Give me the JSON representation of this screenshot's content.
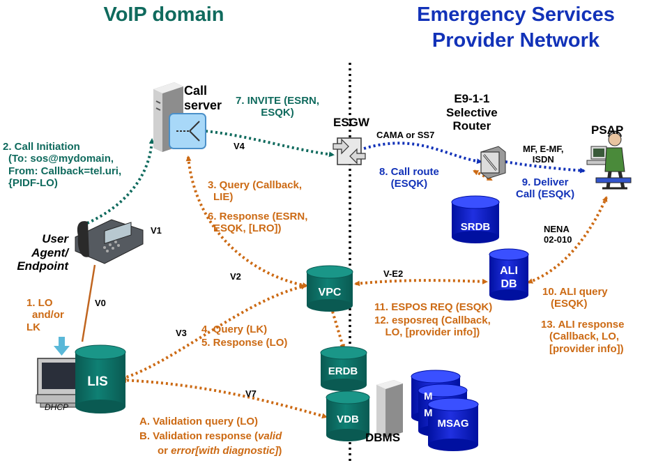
{
  "domains": {
    "voip": "VoIP domain",
    "esp_line1": "Emergency Services",
    "esp_line2": "Provider Network"
  },
  "colors": {
    "teal": "#0f6a5d",
    "blue": "#1232b8",
    "orange": "#cc6a14",
    "cylinder": "#0c6f65"
  },
  "nodes": {
    "call_server": [
      "Call",
      "server"
    ],
    "esgw": "ESGW",
    "selective_router": [
      "E9-1-1",
      "Selective",
      "Router"
    ],
    "psap": "PSAP",
    "user_agent": [
      "User",
      "Agent/",
      "Endpoint"
    ],
    "dhcp": "DHCP",
    "lis": "LIS",
    "srdb": "SRDB",
    "vpc": "VPC",
    "ali": [
      "ALI",
      "DB"
    ],
    "erdb": "ERDB",
    "vdb": "VDB",
    "dbms": "DBMS",
    "m1": "M",
    "m2": "M",
    "msag": "MSAG"
  },
  "interfaces": {
    "v0": "V0",
    "v1": "V1",
    "v2": "V2",
    "v3": "V3",
    "v4": "V4",
    "v7": "V7",
    "ve2": "V-E2"
  },
  "messages": {
    "step2": [
      "2. Call Initiation",
      "(To: sos@mydomain,",
      "From: Callback=tel.uri,",
      "{PIDF-LO)"
    ],
    "step7": [
      "7. INVITE (ESRN,",
      "ESQK)"
    ],
    "cama": "CAMA or SS7",
    "step8": [
      "8. Call route",
      "(ESQK)"
    ],
    "mf": [
      "MF, E-MF,",
      "ISDN"
    ],
    "step9": [
      "9. Deliver",
      "Call (ESQK)"
    ],
    "step3": [
      "3. Query (Callback,",
      "LIE)"
    ],
    "step6": [
      "6. Response (ESRN,",
      "ESQK, [LRO])"
    ],
    "nena": [
      "NENA",
      "02-010"
    ],
    "step1": [
      "1. LO",
      "and/or",
      "LK"
    ],
    "step4": "4. Query (LK)",
    "step5": "5. Response (LO)",
    "step11": "11. ESPOS REQ (ESQK)",
    "step12": [
      "12. esposreq (Callback,",
      "LO, [provider info])"
    ],
    "step10": [
      "10. ALI query",
      "(ESQK)"
    ],
    "step13": [
      "13. ALI response",
      "(Callback, LO,",
      "[provider info])"
    ],
    "stepA": "A. Validation query (LO)",
    "stepB_prefix": "B. Validation response (",
    "stepB_valid": "valid",
    "stepB_or": "or ",
    "stepB_error": "error[with diagnostic]",
    "stepB_close": ")"
  }
}
